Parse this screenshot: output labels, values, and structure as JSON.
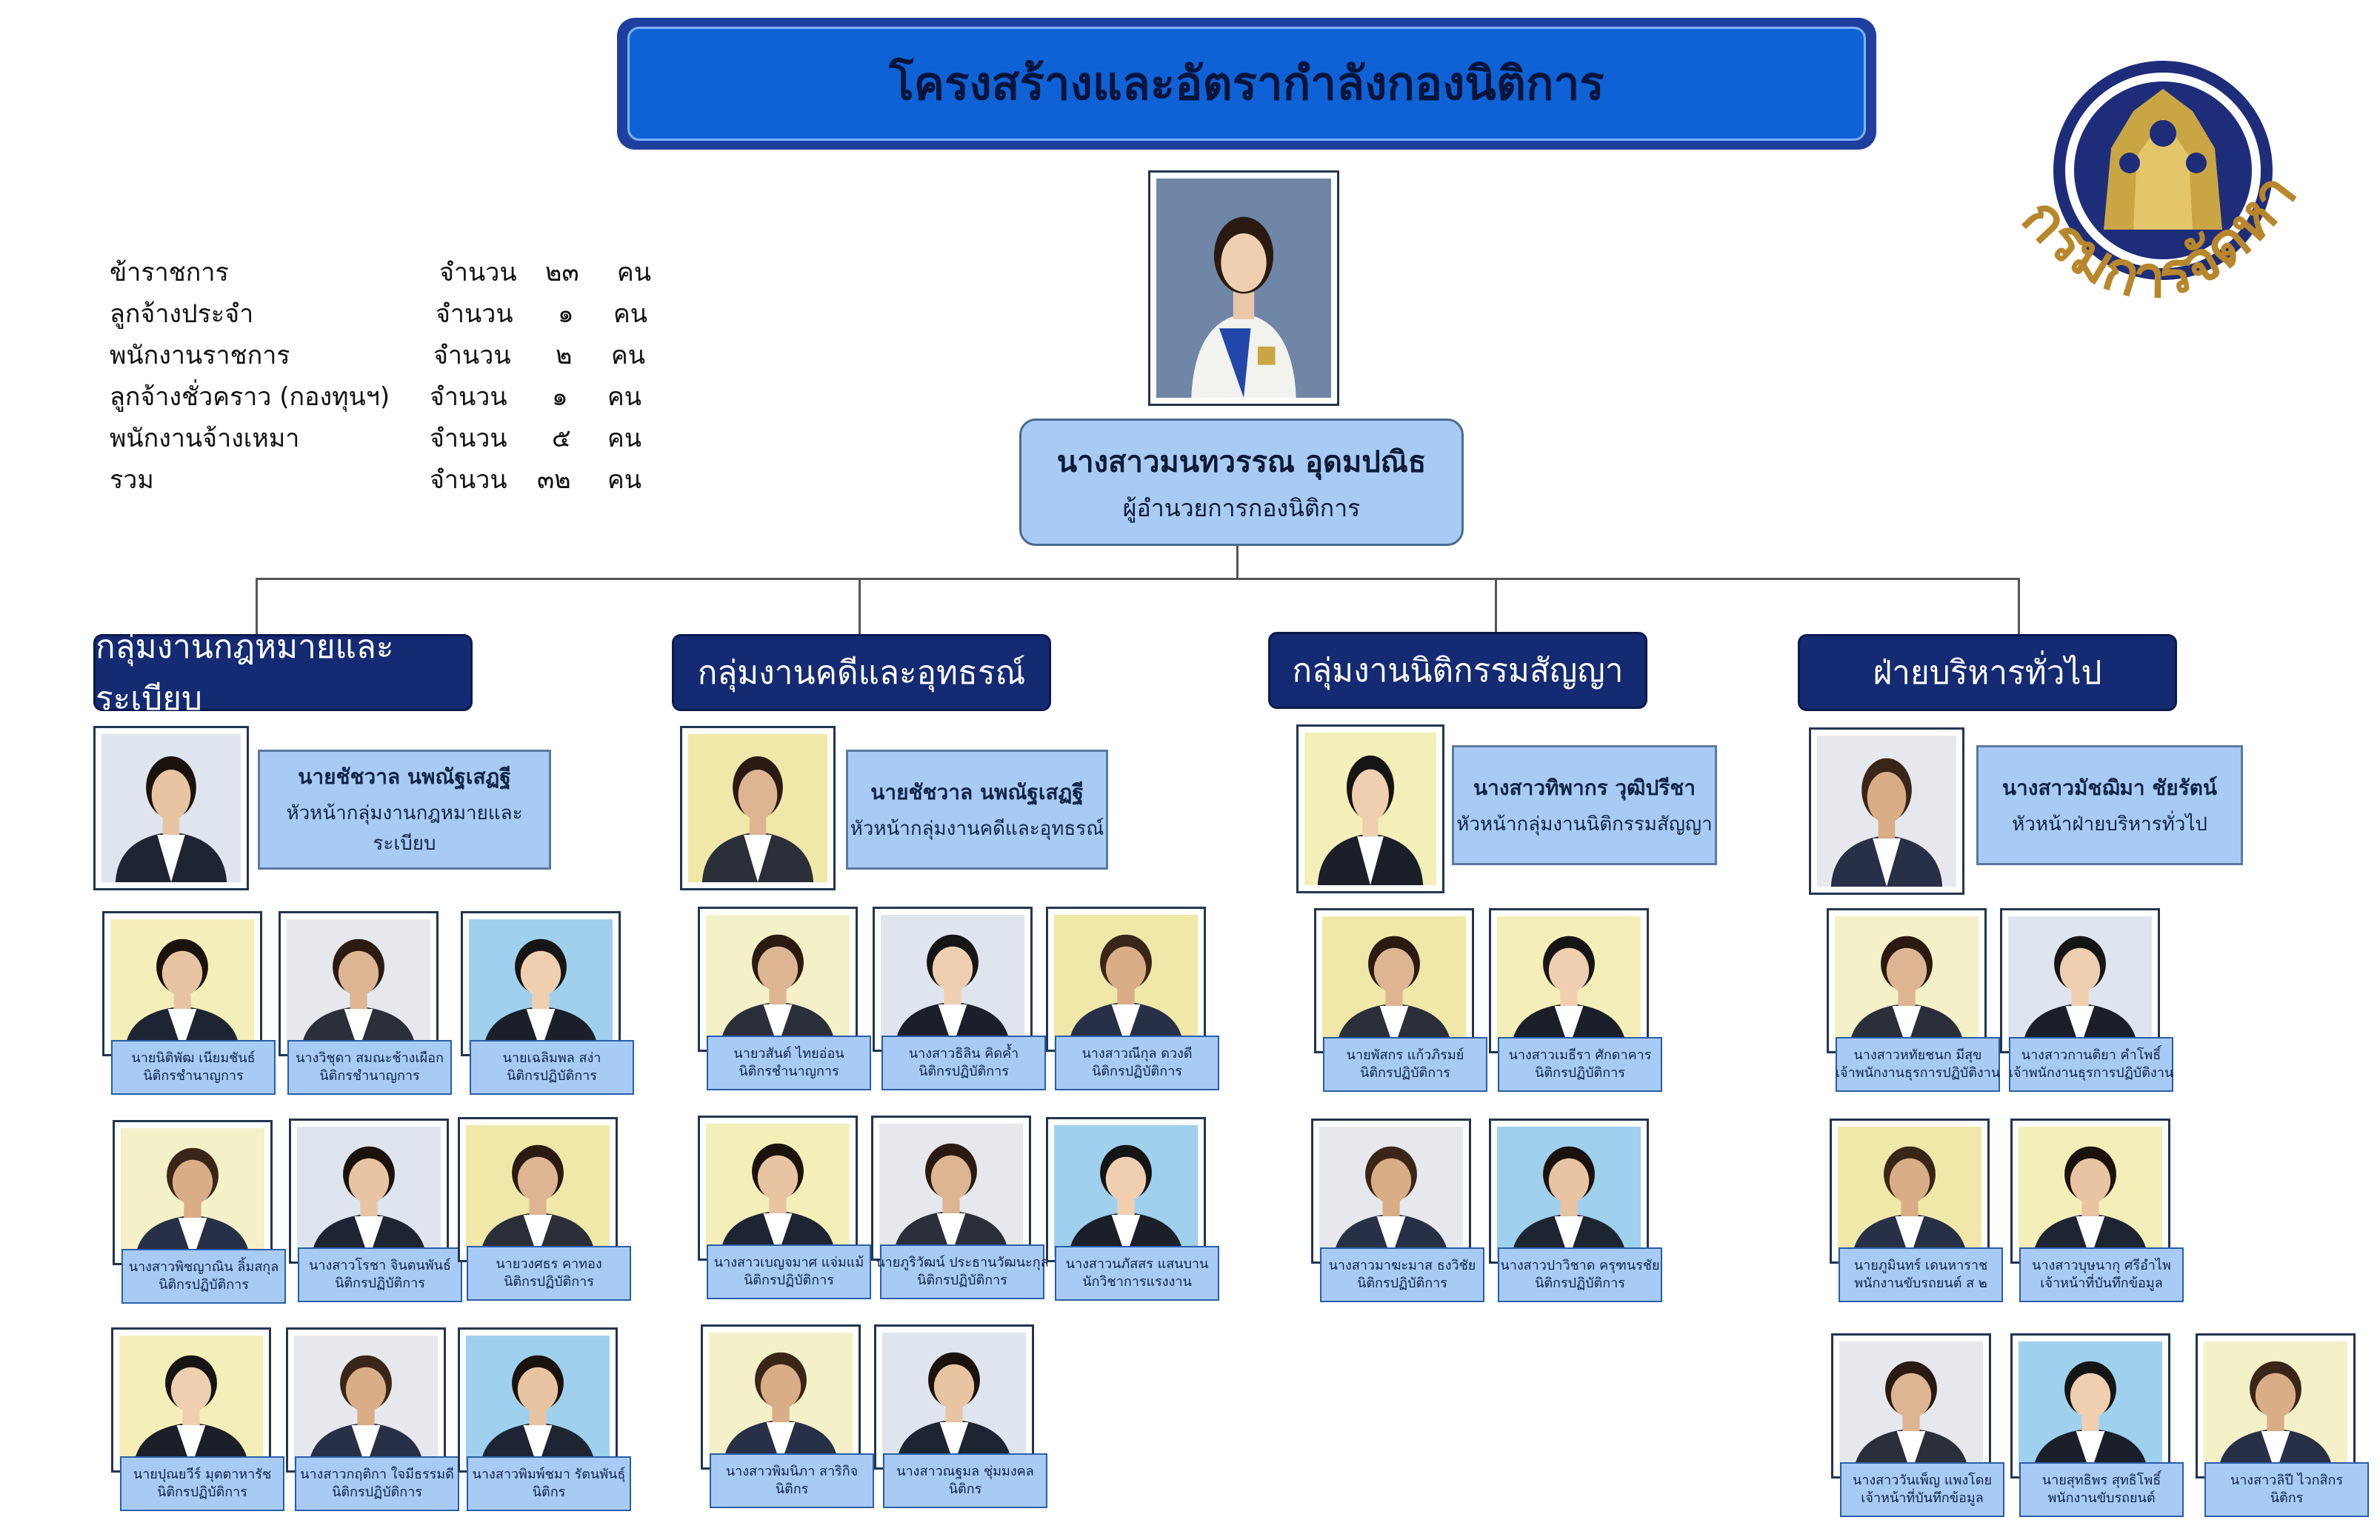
{
  "title": "โครงสร้างและอัตรากำลังกองนิติการ",
  "seal": {
    "text": "กรมการจัดหางาน",
    "ring_color": "#1e2d7a",
    "text_color": "#b8862b"
  },
  "stats": [
    {
      "label": "ข้าราชการ",
      "unit_word": "จำนวน",
      "count": "๒๓",
      "unit": "คน"
    },
    {
      "label": "ลูกจ้างประจำ",
      "unit_word": "จำนวน",
      "count": "๑",
      "unit": "คน"
    },
    {
      "label": "พนักงานราชการ",
      "unit_word": "จำนวน",
      "count": "๒",
      "unit": "คน"
    },
    {
      "label": "ลูกจ้างชั่วคราว (กองทุนฯ)",
      "unit_word": "จำนวน",
      "count": "๑",
      "unit": "คน"
    },
    {
      "label": "พนักงานจ้างเหมา",
      "unit_word": "จำนวน",
      "count": "๕",
      "unit": "คน"
    },
    {
      "label": "รวม",
      "unit_word": "จำนวน",
      "count": "๓๒",
      "unit": "คน"
    }
  ],
  "director": {
    "name": "นางสาวมนทวรรณ อุดมปณิธ",
    "position": "ผู้อำนวยการกองนิติการ"
  },
  "groups": [
    {
      "title": "กลุ่มงานกฎหมายและระเบียบ",
      "head": {
        "name": "นายชัชวาล นพณัฐเสฏฐี",
        "position": "หัวหน้ากลุ่มงานกฎหมายและระเบียบ"
      },
      "staff": [
        {
          "name": "นายนิติพัฒ เนียมชันธ์",
          "position": "นิติกรชำนาญการ"
        },
        {
          "name": "นางวิชุดา สมณะช้างเผือก",
          "position": "นิติกรชำนาญการ"
        },
        {
          "name": "นายเฉลิมพล สง่า",
          "position": "นิติกรปฏิบัติการ"
        },
        {
          "name": "นางสาวพิชญาณิน ลิ้มสกุล",
          "position": "นิติกรปฏิบัติการ"
        },
        {
          "name": "นางสาวโรชา จินตนพันธ์",
          "position": "นิติกรปฏิบัติการ"
        },
        {
          "name": "นายวงศธร คาทอง",
          "position": "นิติกรปฏิบัติการ"
        },
        {
          "name": "นายปุณยวีร์ มุตตาหารัช",
          "position": "นิติกรปฏิบัติการ"
        },
        {
          "name": "นางสาวกฤติกา ใจมีธรรมดี",
          "position": "นิติกรปฏิบัติการ"
        },
        {
          "name": "นางสาวพิมพ์ชมา รัตนพันธุ์",
          "position": "นิติกร"
        }
      ]
    },
    {
      "title": "กลุ่มงานคดีและอุทธรณ์",
      "head": {
        "name": "นายชัชวาล นพณัฐเสฏฐี",
        "position": "หัวหน้ากลุ่มงานคดีและอุทธรณ์"
      },
      "staff": [
        {
          "name": "นายวสันต์ ไทยอ่อน",
          "position": "นิติกรชำนาญการ"
        },
        {
          "name": "นางสาวธิลิน คิดค้ำ",
          "position": "นิติกรปฏิบัติการ"
        },
        {
          "name": "นางสาวณีกุล ดวงดี",
          "position": "นิติกรปฏิบัติการ"
        },
        {
          "name": "นางสาวเบญจมาศ แจ่มแม้",
          "position": "นิติกรปฏิบัติการ"
        },
        {
          "name": "นายภูริวัฒน์ ประธานวัฒนะกุล",
          "position": "นิติกรปฏิบัติการ"
        },
        {
          "name": "นางสาวนภัสสร แสนบาน",
          "position": "นักวิชาการแรงงาน"
        },
        {
          "name": "นางสาวพิมนิภา สาริกิจ",
          "position": "นิติกร"
        },
        {
          "name": "นางสาวณฐมล ชุ่มมงคล",
          "position": "นิติกร"
        }
      ]
    },
    {
      "title": "กลุ่มงานนิติกรรมสัญญา",
      "head": {
        "name": "นางสาวทิพากร วุฒิปรีชา",
        "position": "หัวหน้ากลุ่มงานนิติกรรมสัญญา"
      },
      "staff": [
        {
          "name": "นายพัสกร แก้วภิรมย์",
          "position": "นิติกรปฏิบัติการ"
        },
        {
          "name": "นางสาวเมธีรา ศักดาคาร",
          "position": "นิติกรปฏิบัติการ"
        },
        {
          "name": "นางสาวมาฆะมาส ธงวิชัย",
          "position": "นิติกรปฏิบัติการ"
        },
        {
          "name": "นางสาวปาวิชาด ครุฑนรชัย",
          "position": "นิติกรปฏิบัติการ"
        }
      ]
    },
    {
      "title": "ฝ่ายบริหารทั่วไป",
      "head": {
        "name": "นางสาวมัชฌิมา ชัยรัตน์",
        "position": "หัวหน้าฝ่ายบริหารทั่วไป"
      },
      "staff": [
        {
          "name": "นางสาวหทัยชนก มีสุข",
          "position": "เจ้าพนักงานธุรการปฏิบัติงาน"
        },
        {
          "name": "นางสาวกานติยา คำโพธิ์",
          "position": "เจ้าพนักงานธุรการปฏิบัติงาน"
        },
        {
          "name": "นายภูมินทร์ เดนหาราช",
          "position": "พนักงานขับรถยนต์ ส ๒"
        },
        {
          "name": "นางสาวบุษนากุ ศรีอำไพ",
          "position": "เจ้าหน้าที่บันทึกข้อมูล"
        },
        {
          "name": "นางสาววันเพ็ญ แพงโดย",
          "position": "เจ้าหน้าที่บันทึกข้อมูล"
        },
        {
          "name": "นายสุทธิพร สุทธิโพธิ์",
          "position": "พนักงานขับรถยนต์"
        },
        {
          "name": "นางสาวลิปี ไวกสิกร",
          "position": "นิติกร"
        }
      ]
    }
  ]
}
